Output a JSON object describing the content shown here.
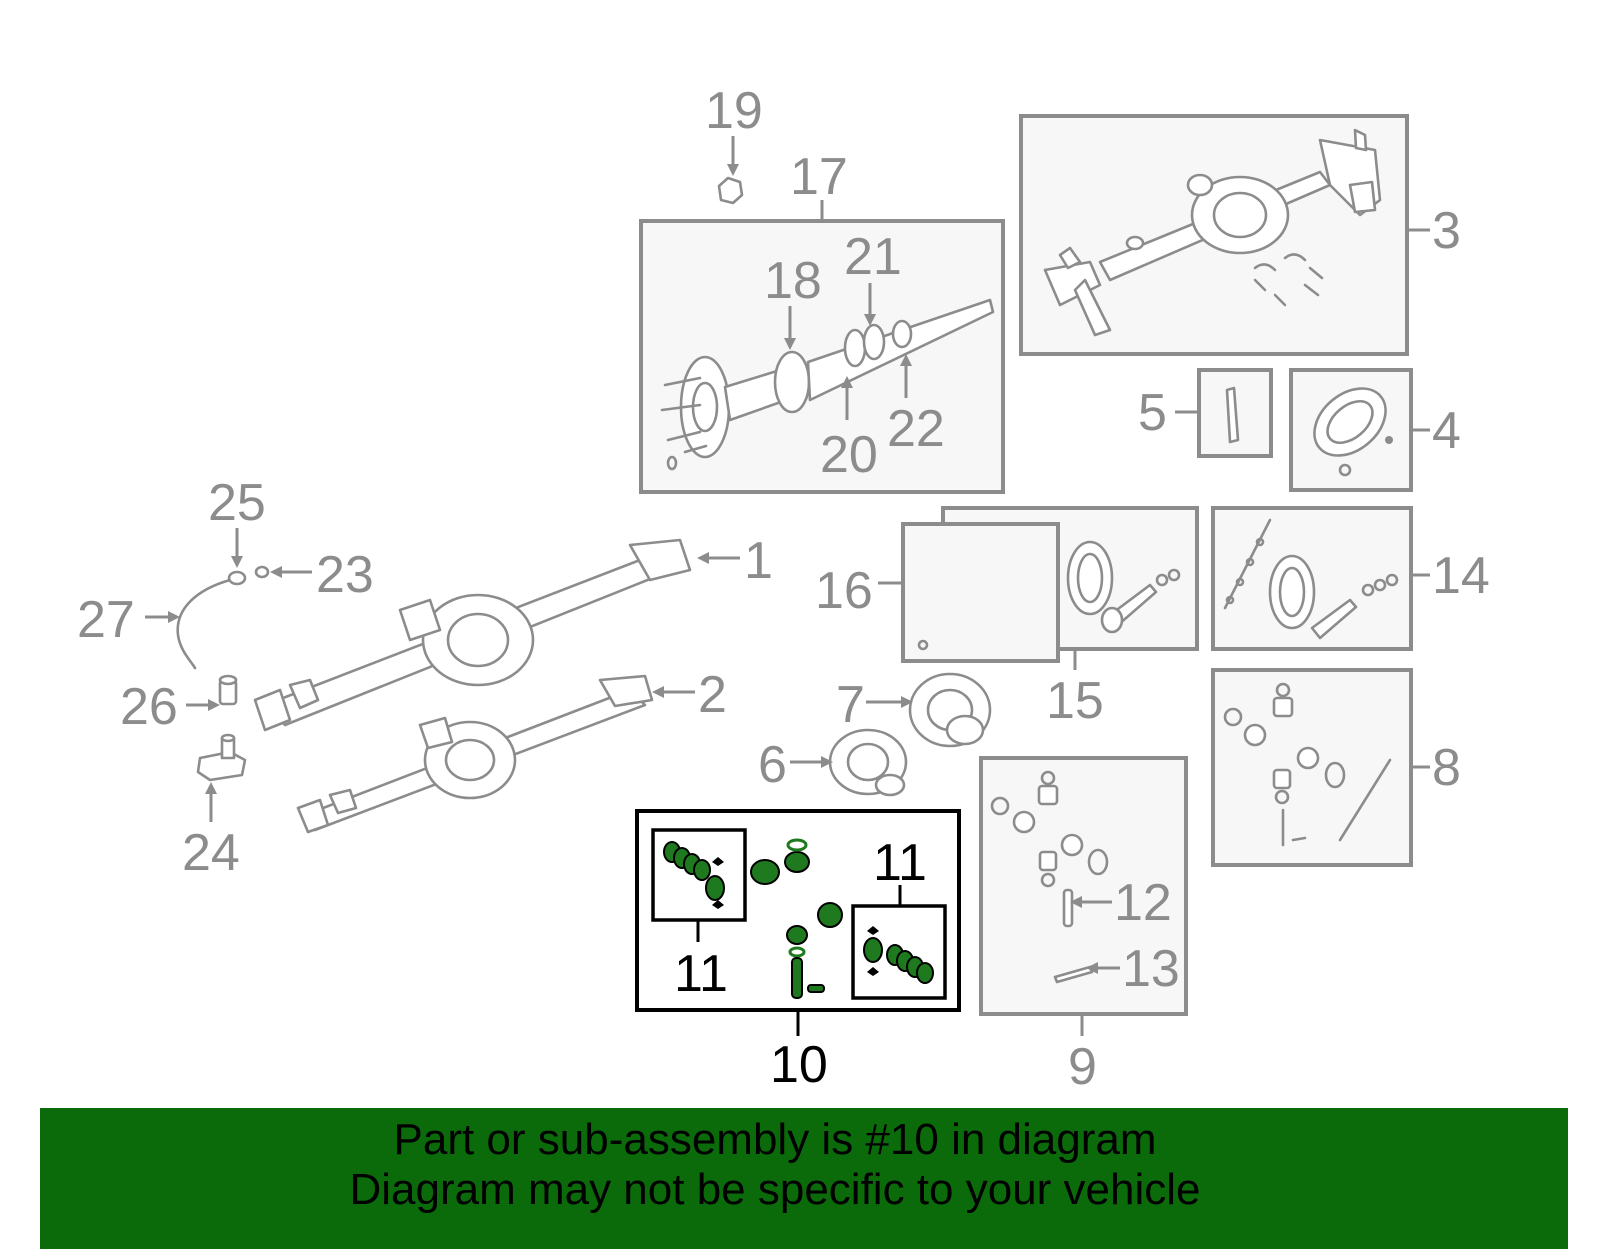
{
  "diagram": {
    "highlighted_part": "10",
    "colors": {
      "highlight": "#1f7a1f",
      "banner": "#0b6b0b",
      "line_art": "#8c8c8c"
    },
    "callouts": {
      "c1": "1",
      "c2": "2",
      "c3": "3",
      "c4": "4",
      "c5": "5",
      "c6": "6",
      "c7": "7",
      "c8": "8",
      "c9": "9",
      "c10": "10",
      "c11a": "11",
      "c11b": "11",
      "c12": "12",
      "c13": "13",
      "c14": "14",
      "c15": "15",
      "c16": "16",
      "c17": "17",
      "c18": "18",
      "c19": "19",
      "c20": "20",
      "c21": "21",
      "c22": "22",
      "c23": "23",
      "c24": "24",
      "c25": "25",
      "c26": "26",
      "c27": "27"
    }
  },
  "banner": {
    "line1": "Part or sub-assembly is #10 in diagram",
    "line2": "Diagram may not be specific to your vehicle"
  }
}
